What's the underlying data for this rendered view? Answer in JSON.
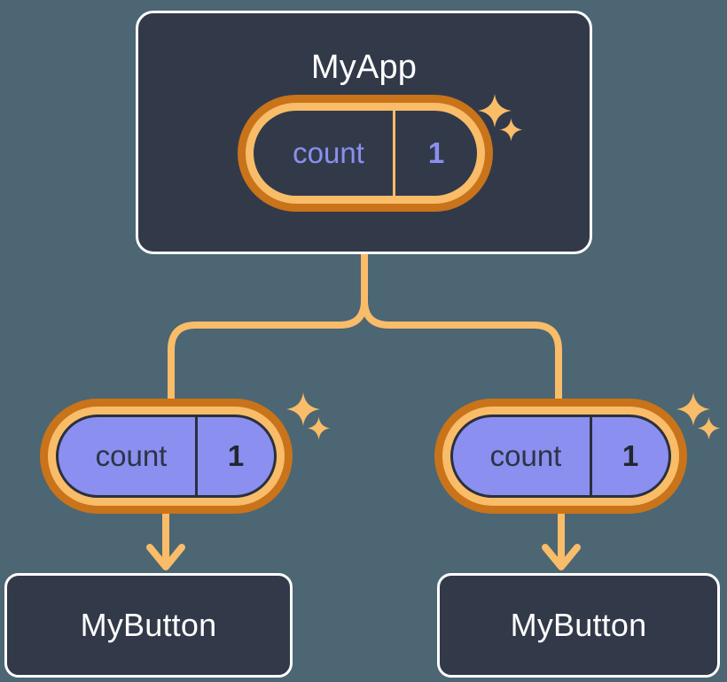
{
  "diagram": {
    "title": "React state propagation tree",
    "background_color": "#4c6673",
    "accent_color": "#f9bc68",
    "accent_dark_color": "#c9731a",
    "state_value_color": "#8b8ff0",
    "card_color": "#323a49"
  },
  "root": {
    "label": "MyApp",
    "state": {
      "key": "count",
      "value": "1",
      "style": "hollow"
    },
    "sparkle_large": "sparkle-icon",
    "sparkle_small": "sparkle-icon"
  },
  "children": [
    {
      "label": "MyButton",
      "state": {
        "key": "count",
        "value": "1",
        "style": "filled"
      },
      "sparkle_large": "sparkle-icon",
      "sparkle_small": "sparkle-icon"
    },
    {
      "label": "MyButton",
      "state": {
        "key": "count",
        "value": "1",
        "style": "filled"
      },
      "sparkle_large": "sparkle-icon",
      "sparkle_small": "sparkle-icon"
    }
  ],
  "connectors": {
    "trunk": "vertical-branch-line",
    "split": "tee-split",
    "arrow_left": "down-arrow",
    "arrow_right": "down-arrow"
  }
}
